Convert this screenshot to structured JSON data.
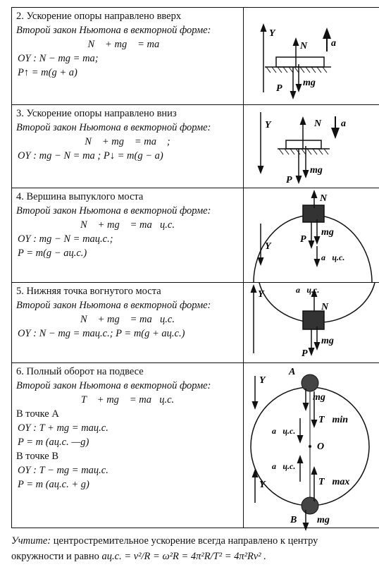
{
  "rows": [
    {
      "title": "2. Ускорение опоры направлено вверх",
      "subtitle": "Второй закон Ньютона в векторной форме:",
      "lines": [
        "N⃗ + mg⃗ = ma⃗",
        "OY : N − mg = ma;",
        "P↑ = m(g + a)"
      ],
      "fig_labels": {
        "y": "Y",
        "n": "N⃗",
        "a": "a⃗",
        "p": "P⃗",
        "mg": "mg⃗"
      }
    },
    {
      "title": "3. Ускорение опоры направлено вниз",
      "subtitle": "Второй закон Ньютона в векторной форме:",
      "lines": [
        "N⃗ + mg⃗ = ma⃗ ;",
        "OY : mg − N = ma ;  P↓ = m(g − a)"
      ],
      "fig_labels": {
        "y": "Y",
        "n": "N⃗",
        "a": "a⃗",
        "p": "P⃗",
        "mg": "mg⃗"
      }
    },
    {
      "title": "4. Вершина выпуклого моста",
      "subtitle": "Второй закон Ньютона в векторной форме:",
      "lines": [
        "N⃗ + mg⃗ = ma⃗ц.с.",
        "OY : mg − N = maц.с.;",
        "P = m(g − aц.с.)"
      ],
      "fig_labels": {
        "y": "Y",
        "n": "N⃗",
        "a": "a⃗ц.с.",
        "p": "P⃗",
        "mg": "mg⃗"
      }
    },
    {
      "title": "5. Нижняя точка вогнутого моста",
      "subtitle": "Второй закон Ньютона в векторной форме:",
      "lines": [
        "N⃗ + mg⃗ = ma⃗ц.с.",
        "OY : N − mg = maц.с.; P = m(g + aц.с.)"
      ],
      "fig_labels": {
        "y": "Y",
        "n": "N⃗",
        "a": "a⃗ц.с.",
        "p": "P⃗",
        "mg": "mg⃗"
      }
    },
    {
      "title": "6. Полный оборот на подвесе",
      "subtitle": "Второй закон Ньютона в векторной форме:",
      "lines": [
        "T⃗ + mg⃗ = ma⃗ц.с.",
        "В точке А",
        "OY : T + mg = maц.с.",
        "P = m (aц.с. —g)",
        "В точке В",
        "OY : T − mg = maц.с.",
        "P = m (aц.с. + g)"
      ],
      "fig_labels": {
        "y_top": "Y",
        "y_bottom": "Y",
        "A": "A",
        "B": "B",
        "O": "O",
        "mg_top": "mg⃗",
        "mg_bottom": "mg⃗",
        "tmin": "T⃗min",
        "tmax": "T⃗max",
        "a_top": "a⃗ц.с.",
        "a_bottom": "a⃗ц.с."
      }
    }
  ],
  "note": {
    "lead": "Учтите:",
    "text": " центростремительное ускорение всегда направлено к центру окружности и равно ",
    "formula": "aц.с. = v²/R = ω²R = 4π²R/T² = 4π²Rν² ."
  }
}
